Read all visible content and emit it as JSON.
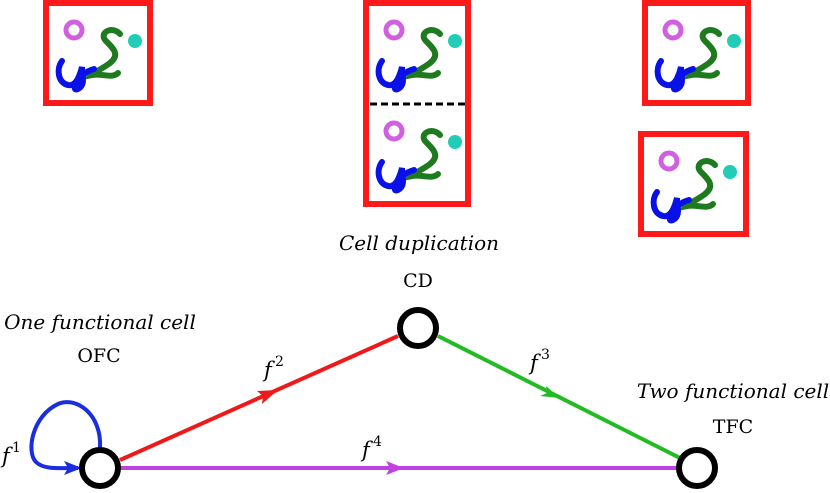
{
  "colors": {
    "cell_border": "#ff1a1a",
    "circle_purple": "#d060e0",
    "dot_teal": "#22cdb8",
    "squiggle_green": "#1e7a1e",
    "squiggle_blue": "#0a10e8",
    "edge_f1": "#1a2ee0",
    "edge_f2": "#ee1a1a",
    "edge_f3": "#22bb22",
    "edge_f4": "#c040e0",
    "node_stroke": "#000000"
  },
  "nodes": {
    "ofc": {
      "title": "One functional cell",
      "abbr": "OFC"
    },
    "cd": {
      "title": "Cell duplication",
      "abbr": "CD"
    },
    "tfc": {
      "title": "Two functional cell",
      "abbr": "TFC"
    }
  },
  "edges": {
    "f1": {
      "base": "f",
      "sup": "1"
    },
    "f2": {
      "base": "f",
      "sup": "2"
    },
    "f3": {
      "base": "f",
      "sup": "3"
    },
    "f4": {
      "base": "f",
      "sup": "4"
    }
  },
  "illustrations": [
    {
      "name": "ofc-cell-illustration",
      "cells": 1,
      "layout": "single"
    },
    {
      "name": "cd-cell-illustration",
      "cells": 2,
      "layout": "dividing"
    },
    {
      "name": "tfc-cell-illustration",
      "cells": 2,
      "layout": "separate"
    }
  ]
}
